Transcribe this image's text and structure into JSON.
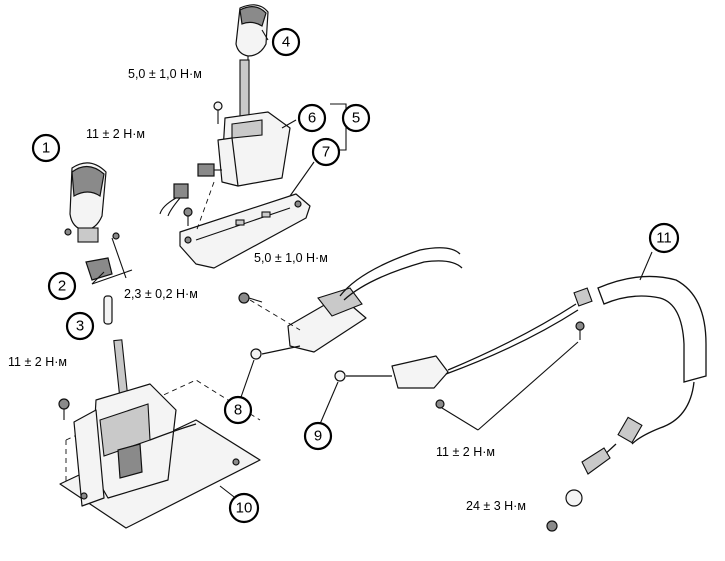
{
  "callouts": [
    {
      "label": "1"
    },
    {
      "label": "2"
    },
    {
      "label": "3"
    },
    {
      "label": "4"
    },
    {
      "label": "5"
    },
    {
      "label": "6"
    },
    {
      "label": "7"
    },
    {
      "label": "8"
    },
    {
      "label": "9"
    },
    {
      "label": "10"
    },
    {
      "label": "11"
    }
  ],
  "torques": {
    "t_top": "5,0 ± 1,0 Н·м",
    "t_upper_left": "11 ± 2 Н·м",
    "t_knob": "2,3 ± 0,2 Н·м",
    "t_mid": "5,0 ± 1,0 Н·м",
    "t_left": "11 ± 2 Н·м",
    "t_right": "11 ± 2 Н·м",
    "t_bottom": "24 ± 3 Н·м"
  }
}
